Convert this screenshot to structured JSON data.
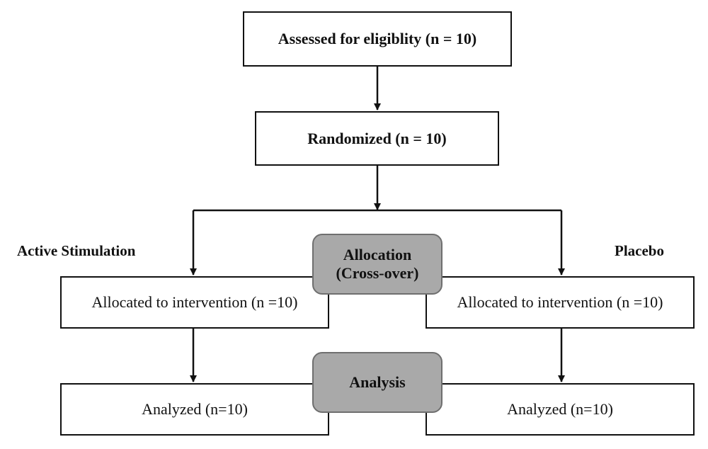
{
  "boxes": {
    "assessed": "Assessed for eligiblity (n = 10)",
    "randomized": "Randomized (n = 10)",
    "allocated_left": "Allocated to intervention (n =10)",
    "allocated_right": "Allocated to intervention (n =10)",
    "analyzed_left": "Analyzed (n=10)",
    "analyzed_right": "Analyzed (n=10)"
  },
  "stages": {
    "allocation_line1": "Allocation",
    "allocation_line2": "(Cross-over)",
    "analysis": "Analysis"
  },
  "arms": {
    "left": "Active Stimulation",
    "right": "Placebo"
  },
  "colors": {
    "stage_fill": "#a9a9a9",
    "stage_border": "#6f6f6f",
    "line": "#111111"
  }
}
